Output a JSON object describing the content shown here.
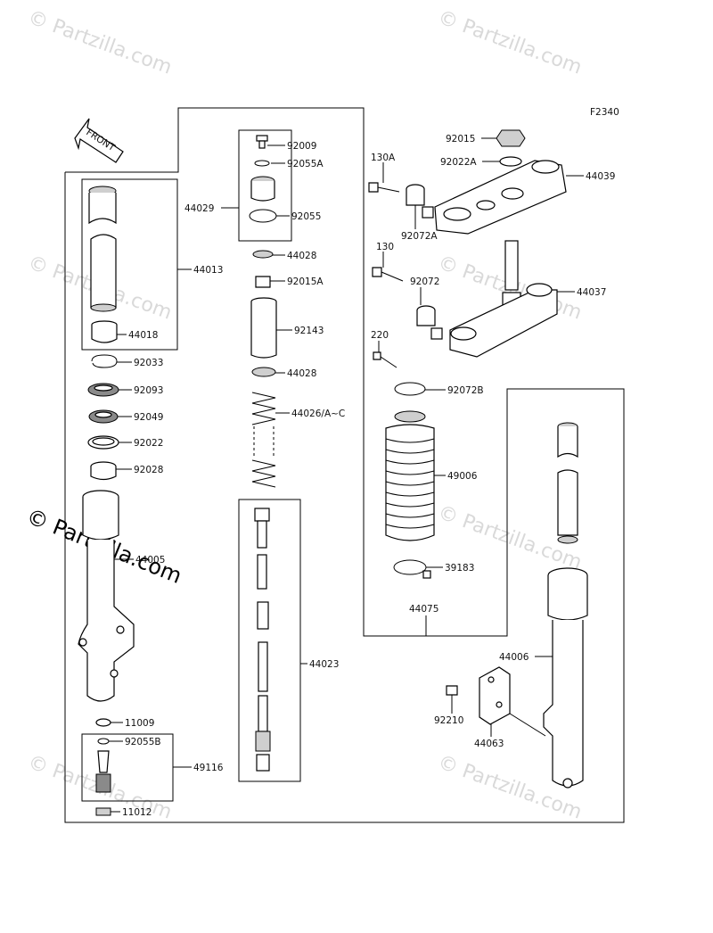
{
  "figure_code": "F2340",
  "front_label": "FRONT",
  "watermark_text": "© Partzilla.com",
  "labels": {
    "l92009": "92009",
    "l92055A": "92055A",
    "l44029": "44029",
    "l92055": "92055",
    "l44028a": "44028",
    "l92015A": "92015A",
    "l92143": "92143",
    "l44028b": "44028",
    "l44026": "44026/A~C",
    "l44023": "44023",
    "l44013": "44013",
    "l44018": "44018",
    "l92033": "92033",
    "l92093": "92093",
    "l92049": "92049",
    "l92022": "92022",
    "l92028": "92028",
    "l44005": "44005",
    "l11009": "11009",
    "l92055B": "92055B",
    "l49116": "49116",
    "l11012": "11012",
    "l92015": "92015",
    "l92022A": "92022A",
    "l130A": "130A",
    "l44039": "44039",
    "l92072A": "92072A",
    "l130": "130",
    "l92072": "92072",
    "l44037": "44037",
    "l220": "220",
    "l92072B": "92072B",
    "l49006": "49006",
    "l39183": "39183",
    "l44075": "44075",
    "l44006": "44006",
    "l92210": "92210",
    "l44063": "44063"
  }
}
